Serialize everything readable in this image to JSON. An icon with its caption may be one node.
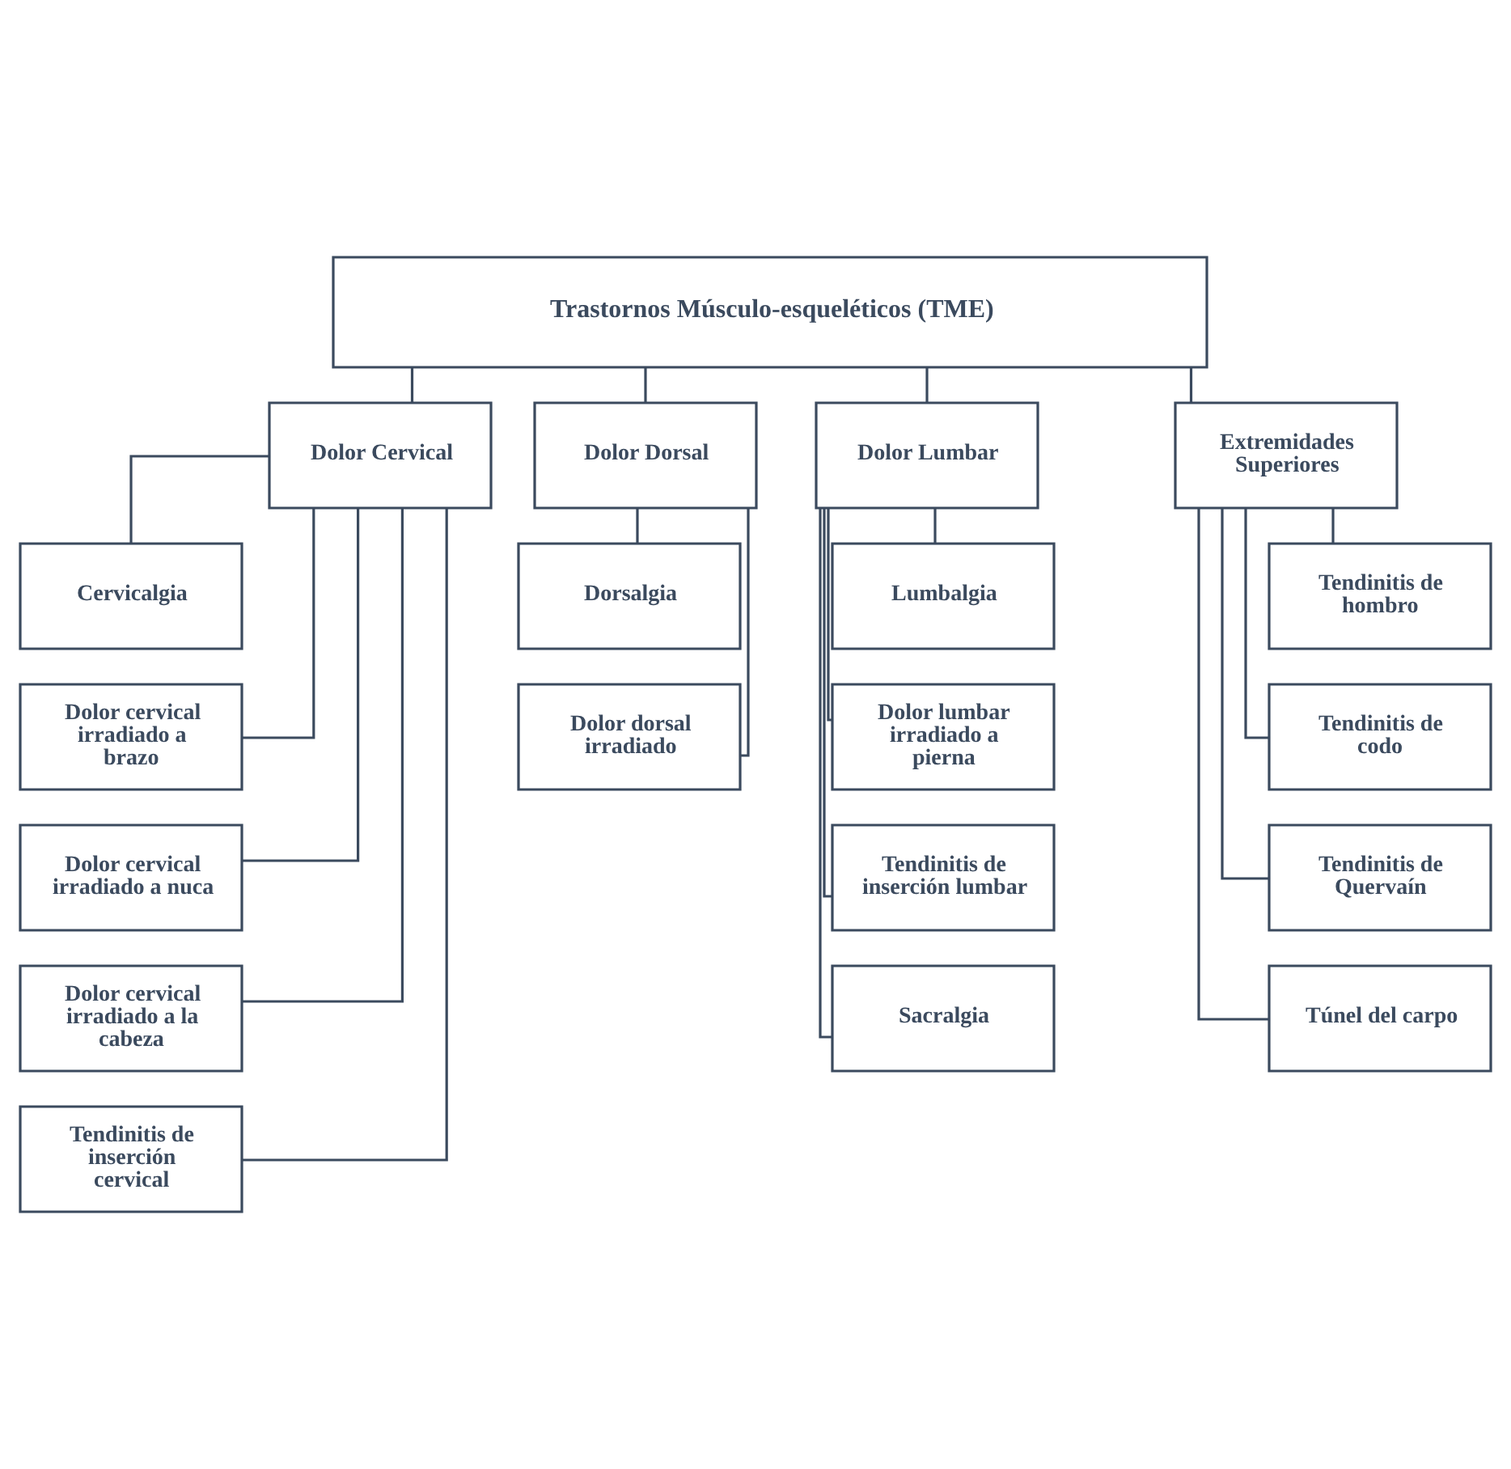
{
  "diagram": {
    "nodes": [
      {
        "text": [
          "Trastornos Músculo-esqueléticos (TME)"
        ]
      },
      {
        "text": [
          "Dolor Cervical"
        ]
      },
      {
        "text": [
          "Dolor Dorsal"
        ]
      },
      {
        "text": [
          "Dolor Lumbar"
        ]
      },
      {
        "text": [
          "Extremidades Superiores"
        ]
      },
      {
        "text": [
          "Cervicalgia"
        ]
      },
      {
        "text": [
          "Dolor cervical irradiado a brazo"
        ]
      },
      {
        "text": [
          "Dolor cervical irradiado a nuca"
        ]
      },
      {
        "text": [
          "Dolor cervical irradiado a la cabeza"
        ]
      },
      {
        "text": [
          "Tendinitis de inserción cervical"
        ]
      },
      {
        "text": [
          "Dorsalgia"
        ]
      },
      {
        "text": [
          "Dolor dorsal irradiado"
        ]
      },
      {
        "text": [
          "Lumbalgia"
        ]
      },
      {
        "text": [
          "Dolor lumbar irradiado a pierna"
        ]
      },
      {
        "text": [
          "Tendinitis de inserción lumbar"
        ]
      },
      {
        "text": [
          "Sacralgia"
        ]
      },
      {
        "text": [
          "Tendinitis de hombro"
        ]
      },
      {
        "text": [
          "Tendinitis de codo"
        ]
      },
      {
        "text": [
          "Tendinitis de Quervaín"
        ]
      },
      {
        "text": [
          "Túnel del carpo"
        ]
      }
    ],
    "edges": [
      {
        "from": 0,
        "to": 1,
        "arrow": "none"
      },
      {
        "from": 0,
        "to": 2,
        "arrow": "none"
      },
      {
        "from": 0,
        "to": 3,
        "arrow": "none"
      },
      {
        "from": 0,
        "to": 4,
        "arrow": "none"
      },
      {
        "from": 1,
        "to": 5,
        "arrow": "none"
      },
      {
        "from": 1,
        "to": 6,
        "arrow": "none"
      },
      {
        "from": 1,
        "to": 7,
        "arrow": "none"
      },
      {
        "from": 1,
        "to": 8,
        "arrow": "none"
      },
      {
        "from": 1,
        "to": 9,
        "arrow": "none"
      },
      {
        "from": 2,
        "to": 10,
        "arrow": "none"
      },
      {
        "from": 2,
        "to": 11,
        "arrow": "none"
      },
      {
        "from": 3,
        "to": 12,
        "arrow": "none"
      },
      {
        "from": 3,
        "to": 13,
        "arrow": "none"
      },
      {
        "from": 3,
        "to": 14,
        "arrow": "none"
      },
      {
        "from": 3,
        "to": 15,
        "arrow": "none"
      },
      {
        "from": 4,
        "to": 16,
        "arrow": "none"
      },
      {
        "from": 4,
        "to": 17,
        "arrow": "none"
      },
      {
        "from": 4,
        "to": 18,
        "arrow": "none"
      },
      {
        "from": 4,
        "to": 19,
        "arrow": "none"
      }
    ]
  }
}
